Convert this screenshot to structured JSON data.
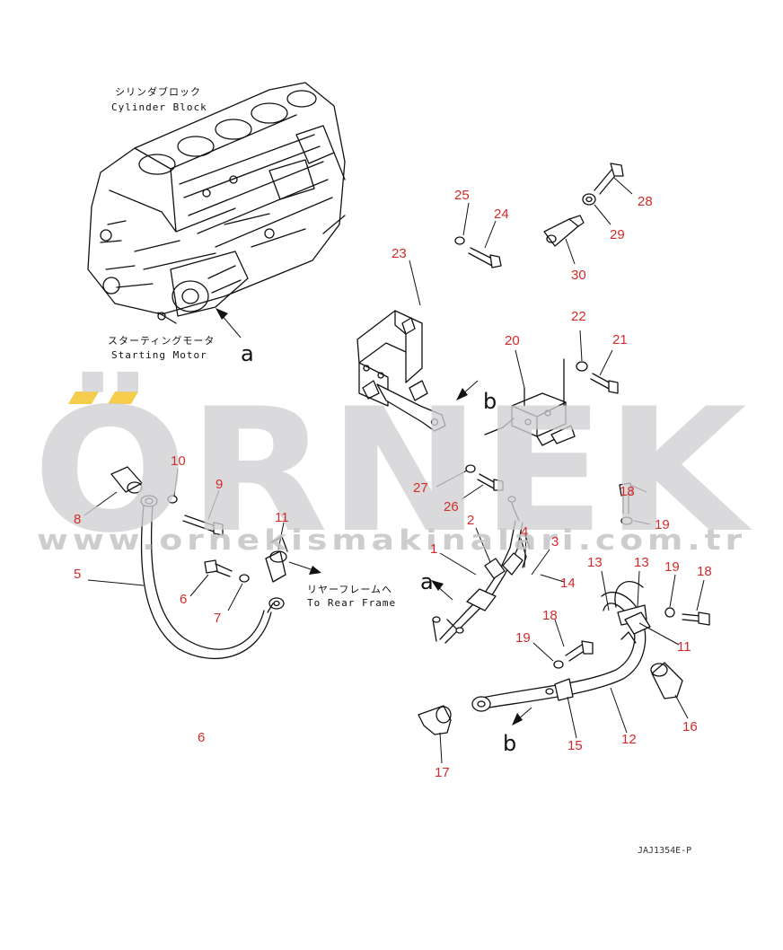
{
  "labels": {
    "cylinder_block_jp": "シリンダブロック",
    "cylinder_block_en": "Cylinder Block",
    "starting_motor_jp": "スターティングモータ",
    "starting_motor_en": "Starting Motor",
    "rear_frame_jp": "リヤーフレームへ",
    "rear_frame_en": "To Rear Frame",
    "drawing_code": "JAJ1354E-P"
  },
  "watermark": {
    "brand": "ÖRNEK",
    "url": "www.ornekismakinalari.com.tr",
    "accent_color": "#f5cd4a",
    "text_color": "#c8c8cc"
  },
  "ref_letters": {
    "a_engine": "a",
    "b_bracket": "b",
    "a_harness": "a",
    "b_cable": "b"
  },
  "callouts": {
    "c1": "1",
    "c2": "2",
    "c3": "3",
    "c4": "4",
    "c5": "5",
    "c6a": "6",
    "c6b": "6",
    "c7": "7",
    "c8": "8",
    "c9": "9",
    "c10": "10",
    "c11a": "11",
    "c11b": "11",
    "c12": "12",
    "c13a": "13",
    "c13b": "13",
    "c14": "14",
    "c15": "15",
    "c16": "16",
    "c17": "17",
    "c18a": "18",
    "c18b": "18",
    "c18c": "18",
    "c19a": "19",
    "c19b": "19",
    "c19c": "19",
    "c20": "20",
    "c21": "21",
    "c22": "22",
    "c23": "23",
    "c24": "24",
    "c25": "25",
    "c26": "26",
    "c27": "27",
    "c28": "28",
    "c29": "29",
    "c30": "30"
  },
  "colors": {
    "callout": "#d42a2a",
    "ink": "#111111"
  }
}
